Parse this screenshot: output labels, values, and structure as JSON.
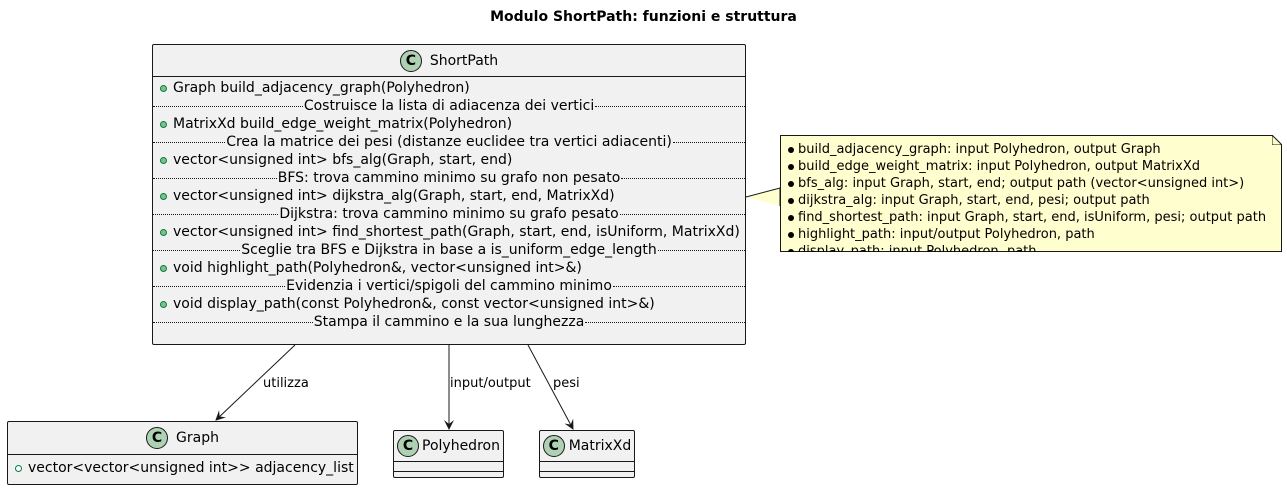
{
  "title": "Modulo ShortPath: funzioni e struttura",
  "classes": {
    "shortpath": {
      "name": "ShortPath",
      "stereotype": "C",
      "members": [
        {
          "signature": "Graph build_adjacency_graph(Polyhedron)",
          "note": "Costruisce la lista di adiacenza dei vertici"
        },
        {
          "signature": "MatrixXd build_edge_weight_matrix(Polyhedron)",
          "note": "Crea la matrice dei pesi (distanze euclidee tra vertici adiacenti)"
        },
        {
          "signature": "vector<unsigned int> bfs_alg(Graph, start, end)",
          "note": "BFS: trova cammino minimo su grafo non pesato"
        },
        {
          "signature": "vector<unsigned int> dijkstra_alg(Graph, start, end, MatrixXd)",
          "note": "Dijkstra: trova cammino minimo su grafo pesato"
        },
        {
          "signature": "vector<unsigned int> find_shortest_path(Graph, start, end, isUniform, MatrixXd)",
          "note": "Sceglie tra BFS e Dijkstra in base a is_uniform_edge_length"
        },
        {
          "signature": "void highlight_path(Polyhedron&, vector<unsigned int>&)",
          "note": "Evidenzia i vertici/spigoli del cammino minimo"
        },
        {
          "signature": "void display_path(const Polyhedron&, const vector<unsigned int>&)",
          "note": "Stampa il cammino e la sua lunghezza"
        }
      ]
    },
    "graph": {
      "name": "Graph",
      "stereotype": "C",
      "members": [
        {
          "signature": "vector<vector<unsigned int>> adjacency_list"
        }
      ]
    },
    "polyhedron": {
      "name": "Polyhedron",
      "stereotype": "C"
    },
    "matrixxd": {
      "name": "MatrixXd",
      "stereotype": "C"
    }
  },
  "note": {
    "items": [
      "build_adjacency_graph: input Polyhedron, output Graph",
      "build_edge_weight_matrix: input Polyhedron, output MatrixXd",
      "bfs_alg: input Graph, start, end; output path (vector<unsigned int>)",
      "dijkstra_alg: input Graph, start, end, pesi; output path",
      "find_shortest_path: input Graph, start, end, isUniform, pesi; output path",
      "highlight_path: input/output Polyhedron, path",
      "display_path: input Polyhedron, path"
    ]
  },
  "relations": [
    {
      "from": "ShortPath",
      "to": "Graph",
      "label": "utilizza"
    },
    {
      "from": "ShortPath",
      "to": "Polyhedron",
      "label": "input/output"
    },
    {
      "from": "ShortPath",
      "to": "MatrixXd",
      "label": "pesi"
    }
  ],
  "colors": {
    "class_fill": "#f1f1f1",
    "class_badge": "#add1b2",
    "visibility_public": "#84be84",
    "note_fill": "#fefece",
    "border": "#181818"
  }
}
